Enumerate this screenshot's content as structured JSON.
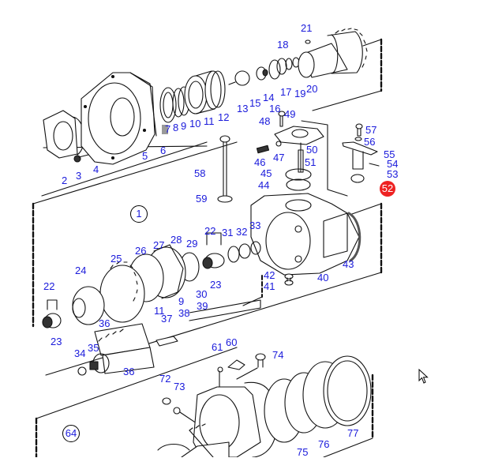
{
  "diagram": {
    "type": "exploded-parts-diagram",
    "label_color": "#1a1adb",
    "highlight_color": "#ee2222",
    "highlighted_part": "52",
    "groups": [
      {
        "id": "group-1",
        "label": "1"
      },
      {
        "id": "group-64",
        "label": "64"
      }
    ],
    "parts": [
      {
        "id": "p2",
        "label": "2"
      },
      {
        "id": "p3",
        "label": "3"
      },
      {
        "id": "p4",
        "label": "4"
      },
      {
        "id": "p5",
        "label": "5"
      },
      {
        "id": "p6",
        "label": "6"
      },
      {
        "id": "p7",
        "label": "7"
      },
      {
        "id": "p8",
        "label": "8"
      },
      {
        "id": "p9a",
        "label": "9"
      },
      {
        "id": "p10",
        "label": "10"
      },
      {
        "id": "p11a",
        "label": "11"
      },
      {
        "id": "p12",
        "label": "12"
      },
      {
        "id": "p13",
        "label": "13"
      },
      {
        "id": "p15",
        "label": "15"
      },
      {
        "id": "p14",
        "label": "14"
      },
      {
        "id": "p16",
        "label": "16"
      },
      {
        "id": "p17",
        "label": "17"
      },
      {
        "id": "p19",
        "label": "19"
      },
      {
        "id": "p20",
        "label": "20"
      },
      {
        "id": "p18",
        "label": "18"
      },
      {
        "id": "p21",
        "label": "21"
      },
      {
        "id": "p48",
        "label": "48"
      },
      {
        "id": "p49",
        "label": "49"
      },
      {
        "id": "p50",
        "label": "50"
      },
      {
        "id": "p51",
        "label": "51"
      },
      {
        "id": "p46",
        "label": "46"
      },
      {
        "id": "p47",
        "label": "47"
      },
      {
        "id": "p45",
        "label": "45"
      },
      {
        "id": "p44",
        "label": "44"
      },
      {
        "id": "p57",
        "label": "57"
      },
      {
        "id": "p56",
        "label": "56"
      },
      {
        "id": "p55",
        "label": "55"
      },
      {
        "id": "p54",
        "label": "54"
      },
      {
        "id": "p53",
        "label": "53"
      },
      {
        "id": "p52",
        "label": "52"
      },
      {
        "id": "p58",
        "label": "58"
      },
      {
        "id": "p59",
        "label": "59"
      },
      {
        "id": "p22a",
        "label": "22"
      },
      {
        "id": "p31",
        "label": "31"
      },
      {
        "id": "p32",
        "label": "32"
      },
      {
        "id": "p33",
        "label": "33"
      },
      {
        "id": "p23a",
        "label": "23"
      },
      {
        "id": "p25",
        "label": "25"
      },
      {
        "id": "p26",
        "label": "26"
      },
      {
        "id": "p27",
        "label": "27"
      },
      {
        "id": "p28",
        "label": "28"
      },
      {
        "id": "p29",
        "label": "29"
      },
      {
        "id": "p24",
        "label": "24"
      },
      {
        "id": "p22b",
        "label": "22"
      },
      {
        "id": "p23b",
        "label": "23"
      },
      {
        "id": "p11b",
        "label": "11"
      },
      {
        "id": "p9b",
        "label": "9"
      },
      {
        "id": "p30",
        "label": "30"
      },
      {
        "id": "p39",
        "label": "39"
      },
      {
        "id": "p38",
        "label": "38"
      },
      {
        "id": "p37",
        "label": "37"
      },
      {
        "id": "p36a",
        "label": "36"
      },
      {
        "id": "p36b",
        "label": "36"
      },
      {
        "id": "p35",
        "label": "35"
      },
      {
        "id": "p34",
        "label": "34"
      },
      {
        "id": "p42",
        "label": "42"
      },
      {
        "id": "p41",
        "label": "41"
      },
      {
        "id": "p40",
        "label": "40"
      },
      {
        "id": "p43",
        "label": "43"
      },
      {
        "id": "p61",
        "label": "61"
      },
      {
        "id": "p60",
        "label": "60"
      },
      {
        "id": "p74",
        "label": "74"
      },
      {
        "id": "p72",
        "label": "72"
      },
      {
        "id": "p73",
        "label": "73"
      },
      {
        "id": "p75",
        "label": "75"
      },
      {
        "id": "p76",
        "label": "76"
      },
      {
        "id": "p77",
        "label": "77"
      }
    ]
  }
}
